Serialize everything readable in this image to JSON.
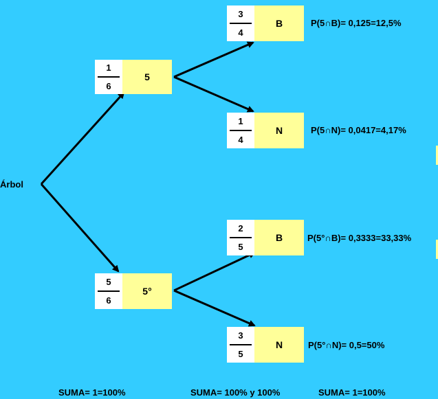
{
  "root_label": "Árbol",
  "level1": [
    {
      "num": "1",
      "den": "6",
      "label": "5"
    },
    {
      "num": "5",
      "den": "6",
      "label": "5°"
    }
  ],
  "level2": [
    {
      "num": "3",
      "den": "4",
      "label": "B",
      "result": "P(5∩B)= 0,125=12,5%"
    },
    {
      "num": "1",
      "den": "4",
      "label": "N",
      "result": "P(5∩N)= 0,0417=4,17%"
    },
    {
      "num": "2",
      "den": "5",
      "label": "B",
      "result": "P(5°∩B)= 0,3333=33,33%"
    },
    {
      "num": "3",
      "den": "5",
      "label": "N",
      "result": "P(5°∩N)= 0,5=50%"
    }
  ],
  "sums": [
    "SUMA= 1=100%",
    "SUMA= 100% y 100%",
    "SUMA= 1=100%"
  ],
  "colors": {
    "background": "#33CCFF",
    "label_fill": "#FFFF99",
    "fraction_fill": "#FFFFFF"
  }
}
